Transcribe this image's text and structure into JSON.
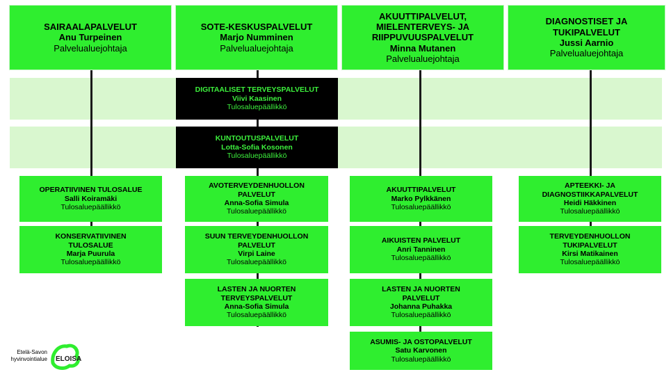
{
  "colors": {
    "box": "#2fee2f",
    "band": "#d9f7cf",
    "dark": "#000000",
    "dark_text": "#3df03d",
    "line": "#1a1a1a"
  },
  "columns": [
    {
      "title": "SAIRAALAPALVELUT",
      "name": "Anu Turpeinen",
      "role": "Palvelualuejohtaja"
    },
    {
      "title": "SOTE-KESKUSPALVELUT",
      "name": "Marjo Numminen",
      "role": "Palvelualuejohtaja"
    },
    {
      "title": "AKUUTTIPALVELUT, MIELENTERVEYS- JA RIIPPUVUUSPALVELUT",
      "name": "Minna Mutanen",
      "role": "Palvelualuejohtaja"
    },
    {
      "title": "DIAGNOSTISET JA TUKIPALVELUT",
      "name": "Jussi Aarnio",
      "role": "Palvelualuejohtaja"
    }
  ],
  "dark_units": [
    {
      "title": "DIGITAALISET TERVEYSPALVELUT",
      "name": "Viivi Kaasinen",
      "role": "Tulosaluepäällikkö"
    },
    {
      "title": "KUNTOUTUSPALVELUT",
      "name": "Lotta-Sofia Kosonen",
      "role": "Tulosaluepäällikkö"
    }
  ],
  "units": {
    "col1": [
      {
        "title": "OPERATIIVINEN TULOSALUE",
        "name": "Salli Koiramäki",
        "role": "Tulosaluepäällikkö"
      },
      {
        "title": "KONSERVATIIVINEN TULOSALUE",
        "name": "Marja Puurula",
        "role": "Tulosaluepäällikkö"
      }
    ],
    "col2": [
      {
        "title": "AVOTERVEYDENHUOLLON PALVELUT",
        "name": "Anna-Sofia Simula",
        "role": "Tulosaluepäällikkö"
      },
      {
        "title": "SUUN TERVEYDENHUOLLON PALVELUT",
        "name": "Virpi Laine",
        "role": "Tulosaluepäällikkö"
      },
      {
        "title": "LASTEN JA NUORTEN TERVEYSPALVELUT",
        "name": "Anna-Sofia Simula",
        "role": "Tulosaluepäällikkö"
      }
    ],
    "col3": [
      {
        "title": "AKUUTTIPALVELUT",
        "name": "Marko Pylkkänen",
        "role": "Tulosaluepäällikkö"
      },
      {
        "title": "AIKUISTEN PALVELUT",
        "name": "Anri Tanninen",
        "role": "Tulosaluepäällikkö"
      },
      {
        "title": "LASTEN JA NUORTEN PALVELUT",
        "name": "Johanna Puhakka",
        "role": "Tulosaluepäällikkö"
      },
      {
        "title": "ASUMIS- JA OSTOPALVELUT",
        "name": "Satu Karvonen",
        "role": "Tulosaluepäällikkö"
      }
    ],
    "col4": [
      {
        "title": "APTEEKKI- JA DIAGNOSTIIKKAPALVELUT",
        "name": "Heidi Häkkinen",
        "role": "Tulosaluepäällikkö"
      },
      {
        "title": "TERVEYDENHUOLLON TUKIPALVELUT",
        "name": "Kirsi Matikainen",
        "role": "Tulosaluepäällikkö"
      }
    ]
  },
  "logo": {
    "line1": "Etelä-Savon",
    "line2": "hyvinvointialue",
    "brand": "ELOISA"
  }
}
